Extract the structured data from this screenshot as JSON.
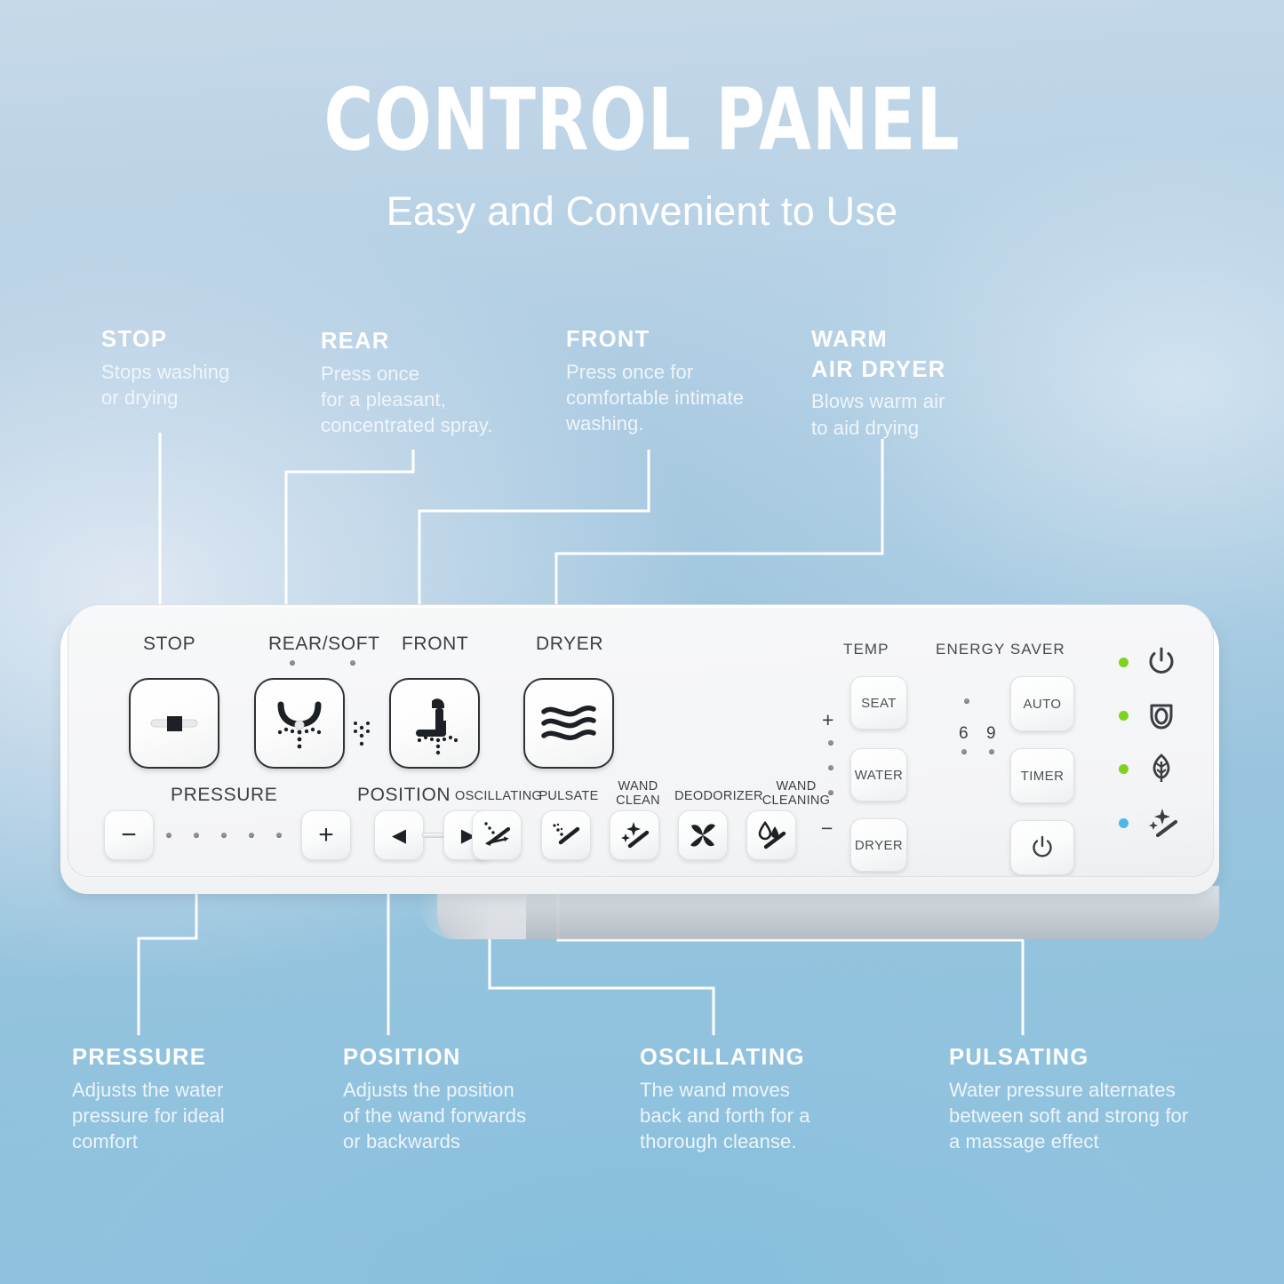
{
  "header": {
    "title": "CONTROL PANEL",
    "subtitle": "Easy and Convenient to Use"
  },
  "colors": {
    "background_top": "#c6d9e9",
    "background_bottom": "#8dc1dd",
    "text_white": "#ffffff",
    "panel_face": "#f5f6f7",
    "icon_dark": "#2f3338",
    "led_green": "#7ed321",
    "led_blue": "#4db8e8"
  },
  "callouts_top": [
    {
      "id": "stop",
      "title": "STOP",
      "body": "Stops washing\nor drying"
    },
    {
      "id": "rear",
      "title": "REAR",
      "body": "Press once\nfor a pleasant,\nconcentrated spray."
    },
    {
      "id": "front",
      "title": "FRONT",
      "body": "Press once for\ncomfortable intimate\nwashing."
    },
    {
      "id": "warm-air-dryer",
      "title": "WARM\nAIR DRYER",
      "body": "Blows warm air\nto aid drying"
    }
  ],
  "callouts_bottom": [
    {
      "id": "pressure",
      "title": "PRESSURE",
      "body": "Adjusts the water\npressure for ideal\ncomfort"
    },
    {
      "id": "position",
      "title": "POSITION",
      "body": "Adjusts the position\nof the wand forwards\nor backwards"
    },
    {
      "id": "oscillating",
      "title": "OSCILLATING",
      "body": "The wand moves\nback and forth for a\nthorough cleanse."
    },
    {
      "id": "pulsating",
      "title": "PULSATING",
      "body": "Water pressure alternates\nbetween soft and strong for\na massage effect"
    }
  ],
  "panel": {
    "top_labels": {
      "stop": "STOP",
      "rear_soft": "REAR/SOFT",
      "front": "FRONT",
      "dryer": "DRYER",
      "temp": "TEMP",
      "energy_saver": "ENERGY SAVER"
    },
    "row_labels": {
      "pressure": "PRESSURE",
      "position": "POSITION",
      "oscillating": "OSCILLATING",
      "pulsate": "PULSATE",
      "wand_clean": "WAND\nCLEAN",
      "deodorizer": "DEODORIZER",
      "wand_cleaning": "WAND\nCLEANING"
    },
    "big_buttons": [
      {
        "id": "stop",
        "icon": "stop-square-icon"
      },
      {
        "id": "rear-soft",
        "icon": "rear-spray-icon"
      },
      {
        "id": "front",
        "icon": "front-seated-spray-icon"
      },
      {
        "id": "dryer",
        "icon": "air-waves-icon"
      }
    ],
    "pressure_row": {
      "minus_label": "−",
      "plus_label": "+",
      "level_dots": 5
    },
    "position_row": {
      "left_label": "◀",
      "right_label": "▶"
    },
    "temp_buttons": [
      {
        "id": "seat",
        "label": "SEAT"
      },
      {
        "id": "water",
        "label": "WATER"
      },
      {
        "id": "dryer",
        "label": "DRYER"
      }
    ],
    "temp_scale": {
      "plus": "+",
      "minus": "−",
      "dots": 3
    },
    "energy_buttons": [
      {
        "id": "auto",
        "label": "AUTO"
      },
      {
        "id": "timer",
        "label": "TIMER"
      },
      {
        "id": "power",
        "label": "power-icon"
      }
    ],
    "timer_values": [
      "6",
      "9"
    ],
    "indicators": [
      {
        "id": "power",
        "icon": "power-icon",
        "led": "#7ed321"
      },
      {
        "id": "seat",
        "icon": "seat-icon",
        "led": "#7ed321"
      },
      {
        "id": "eco",
        "icon": "leaf-icon",
        "led": "#7ed321"
      },
      {
        "id": "wand-clean",
        "icon": "sparkle-wand-icon",
        "led": "#4db8e8"
      }
    ]
  }
}
